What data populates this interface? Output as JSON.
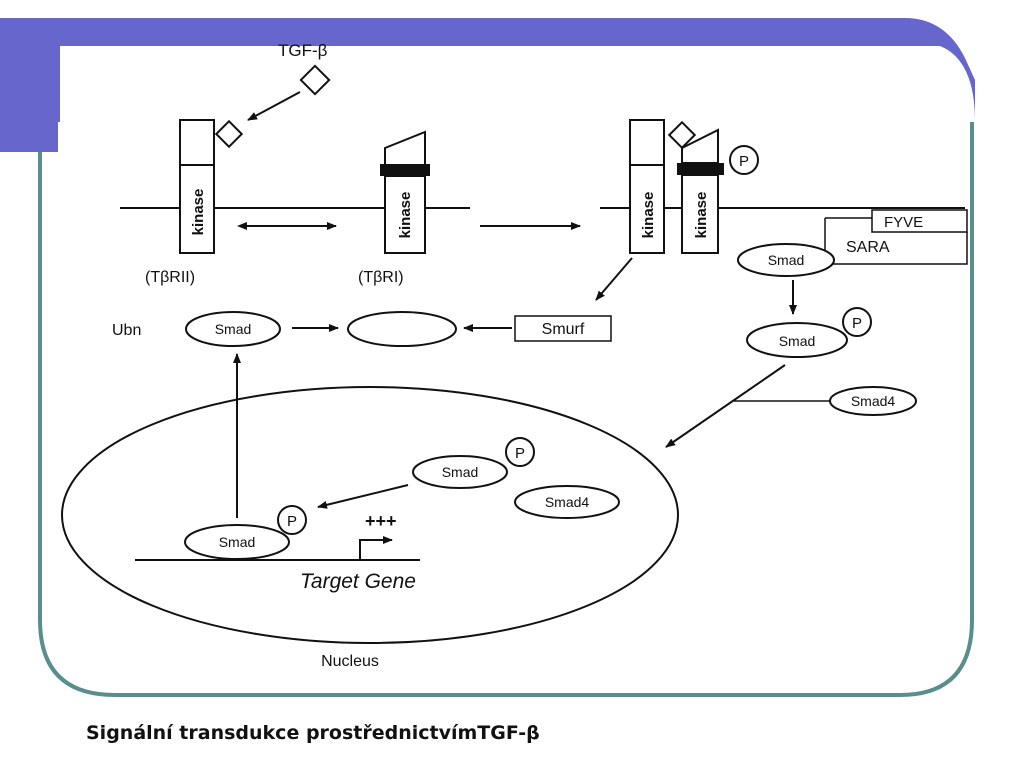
{
  "diagram": {
    "ligand_label": "TGF-β",
    "receptor_kinase_label": "kinase",
    "receptor2_label": "(TβRII)",
    "receptor1_label": "(TβRI)",
    "phospho_label": "P",
    "fyve_label": "FYVE",
    "sara_label": "SARA",
    "smad_label": "Smad",
    "smad4_label": "Smad4",
    "ubn_label": "Ubn",
    "smurf_label": "Smurf",
    "plus_label": "+++",
    "target_gene_label": "Target Gene",
    "nucleus_label": "Nucleus"
  },
  "caption": "Signální transdukce prostřednictvímTGF-β",
  "colors": {
    "frame_blue": "#6666cc",
    "frame_teal": "#5a8e8e",
    "line": "#111111"
  }
}
